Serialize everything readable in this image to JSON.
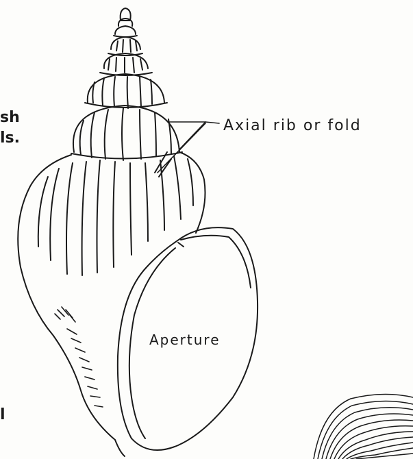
{
  "labels": {
    "axial_rib": "Axial rib or fold",
    "aperture": "Aperture",
    "fragment_top": "sh",
    "fragment_mid": "ls.",
    "fragment_bottom": "l"
  },
  "colors": {
    "ink": "#1a1a1a",
    "paper": "#fdfdfb"
  }
}
